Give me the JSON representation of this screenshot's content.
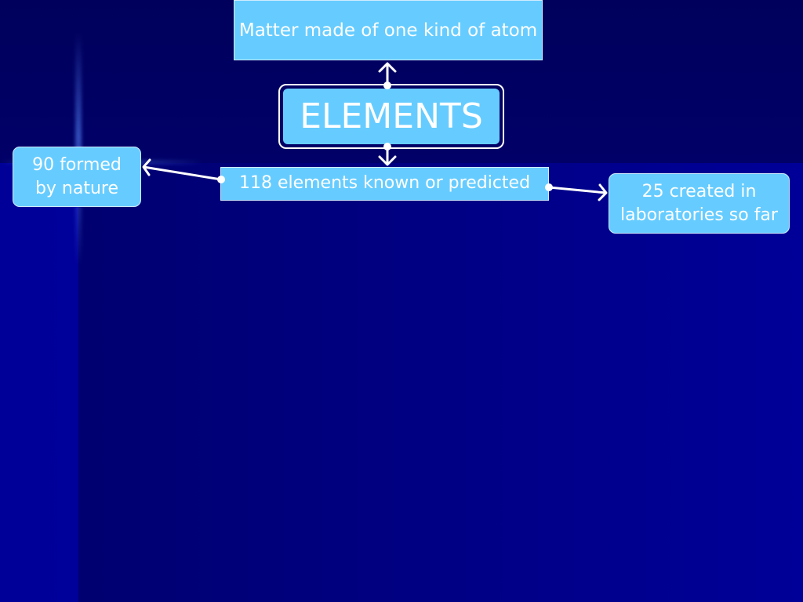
{
  "diagram": {
    "top_box": {
      "text": "Matter made of one kind of atom"
    },
    "center_box": {
      "text": "ELEMENTS"
    },
    "middle_box": {
      "text": "118 elements known or predicted"
    },
    "left_box": {
      "line1": "90 formed",
      "line2": "by nature"
    },
    "right_box": {
      "line1": "25 created in",
      "line2": "laboratories so far"
    }
  },
  "colors": {
    "background": "#000066",
    "box_fill": "#66ccff",
    "text": "#ffffff",
    "connector": "#ffffff"
  }
}
